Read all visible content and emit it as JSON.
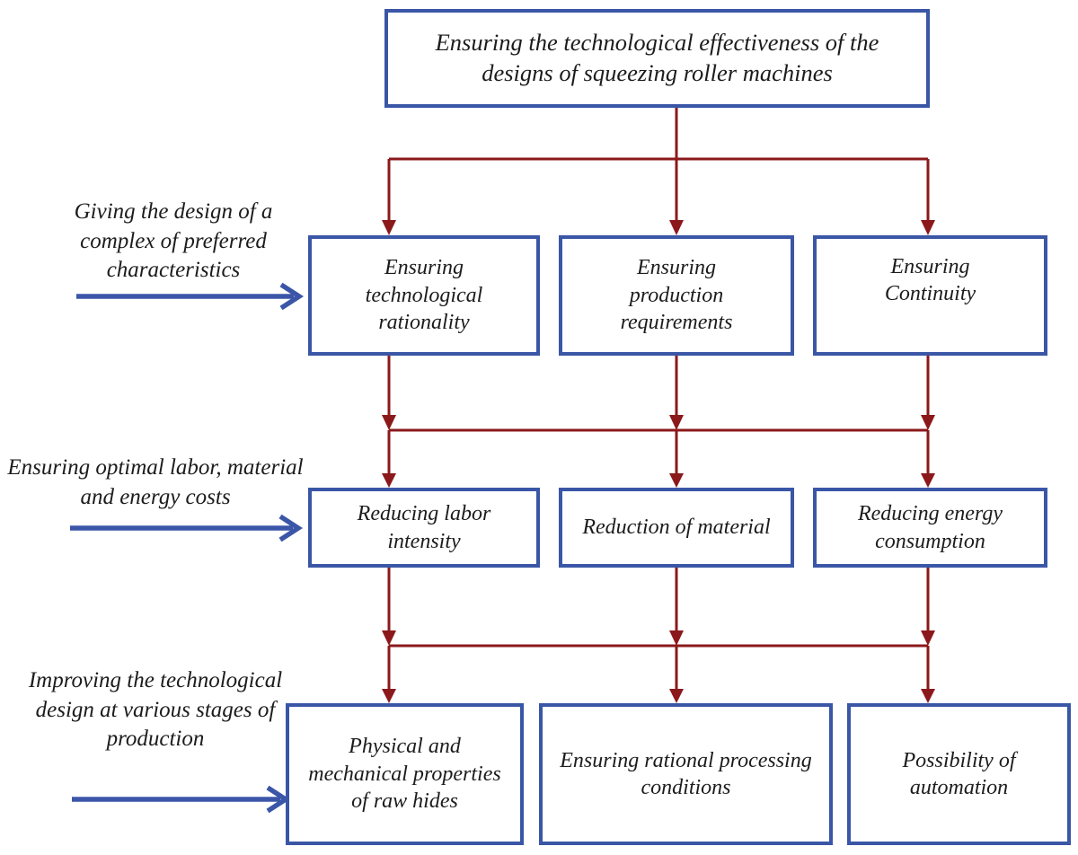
{
  "colors": {
    "box_border": "#3a56a6",
    "arrow_red": "#8b191b",
    "arrow_blue": "#3b56a8",
    "text": "#1c1c1c",
    "background": "#ffffff"
  },
  "diagram": {
    "root": {
      "label": "Ensuring the technological effectiveness of the designs of squeezing roller machines"
    },
    "stages": [
      {
        "side_note": {
          "label": "Giving the design of a complex of preferred characteristics"
        },
        "boxes": [
          {
            "label": "Ensuring technological rationality"
          },
          {
            "label": "Ensuring production requirements"
          },
          {
            "label": "Ensuring Continuity"
          }
        ]
      },
      {
        "side_note": {
          "label": "Ensuring optimal labor, material and energy costs"
        },
        "boxes": [
          {
            "label": "Reducing labor intensity"
          },
          {
            "label": "Reduction of material"
          },
          {
            "label": "Reducing energy consumption"
          }
        ]
      },
      {
        "side_note": {
          "label": "Improving the technological design at various stages of production"
        },
        "boxes": [
          {
            "label": "Physical and mechanical properties of raw hides"
          },
          {
            "label": "Ensuring rational processing conditions"
          },
          {
            "label": "Possibility of automation"
          }
        ]
      }
    ]
  }
}
